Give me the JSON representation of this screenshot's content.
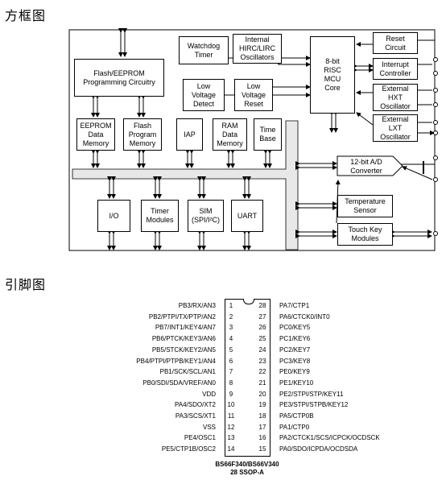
{
  "headings": {
    "block_diagram": "方框图",
    "pinout": "引脚图"
  },
  "blocks": {
    "flash_eeprom": "Flash/EEPROM\nProgramming Circuitry",
    "watchdog": "Watchdog\nTimer",
    "internal_osc": "Internal\nHIRC/LIRC\nOscillators",
    "low_voltage_detect": "Low\nVoltage\nDetect",
    "low_voltage_reset": "Low\nVoltage\nReset",
    "cpu": "8-bit\nRISC\nMCU\nCore",
    "reset": "Reset\nCircuit",
    "interrupt": "Interrupt\nController",
    "hxt": "External\nHXT\nOscillator",
    "lxt": "External\nLXT\nOscillator",
    "eeprom_mem": "EEPROM\nData\nMemory",
    "flash_mem": "Flash\nProgram\nMemory",
    "iap": "IAP",
    "ram": "RAM\nData\nMemory",
    "timebase": "Time\nBase",
    "adc": "12-bit A/D\nConverter",
    "temp": "Temperature\nSensor",
    "io": "I/O",
    "timer": "Timer\nModules",
    "sim": "SIM\n(SPI/I²C)",
    "uart": "UART",
    "touch": "Touch Key\nModules"
  },
  "chip": {
    "part_number": "BS66F340/BS66V340",
    "package": "28 SSOP-A",
    "left_pins": [
      {
        "num": "1",
        "name": "PB3/RX/AN3"
      },
      {
        "num": "2",
        "name": "PB2/PTPI/TX/PTP/AN2"
      },
      {
        "num": "3",
        "name": "PB7/INT1/KEY4/AN7"
      },
      {
        "num": "4",
        "name": "PB6/PTCK/KEY3/AN6"
      },
      {
        "num": "5",
        "name": "PB5/STCK/KEY2/AN5"
      },
      {
        "num": "6",
        "name": "PB4/PTPI/PTPB/KEY1/AN4"
      },
      {
        "num": "7",
        "name": "PB1/SCK/SCL/AN1"
      },
      {
        "num": "8",
        "name": "PB0/SDI/SDA/VREF/AN0"
      },
      {
        "num": "9",
        "name": "VDD"
      },
      {
        "num": "10",
        "name": "PA4/SDO/XT2"
      },
      {
        "num": "11",
        "name": "PA3/SCS/XT1"
      },
      {
        "num": "12",
        "name": "VSS"
      },
      {
        "num": "13",
        "name": "PE4/OSC1"
      },
      {
        "num": "14",
        "name": "PE5/CTP1B/OSC2"
      }
    ],
    "right_pins": [
      {
        "num": "28",
        "name": "PA7/CTP1"
      },
      {
        "num": "27",
        "name": "PA6/CTCK0/INT0"
      },
      {
        "num": "26",
        "name": "PC0/KEY5"
      },
      {
        "num": "25",
        "name": "PC1/KEY6"
      },
      {
        "num": "24",
        "name": "PC2/KEY7"
      },
      {
        "num": "23",
        "name": "PC3/KEY8"
      },
      {
        "num": "22",
        "name": "PE0/KEY9"
      },
      {
        "num": "21",
        "name": "PE1/KEY10"
      },
      {
        "num": "20",
        "name": "PE2/STPI/STP/KEY11"
      },
      {
        "num": "19",
        "name": "PE3/STPI/STPB/KEY12"
      },
      {
        "num": "18",
        "name": "PA5/CTP0B"
      },
      {
        "num": "17",
        "name": "PA1/CTP0"
      },
      {
        "num": "16",
        "name": "PA2/CTCK1/SCS/ICPCK/OCDSCK"
      },
      {
        "num": "15",
        "name": "PA0/SDO/ICPDA/OCDSDA"
      }
    ]
  }
}
